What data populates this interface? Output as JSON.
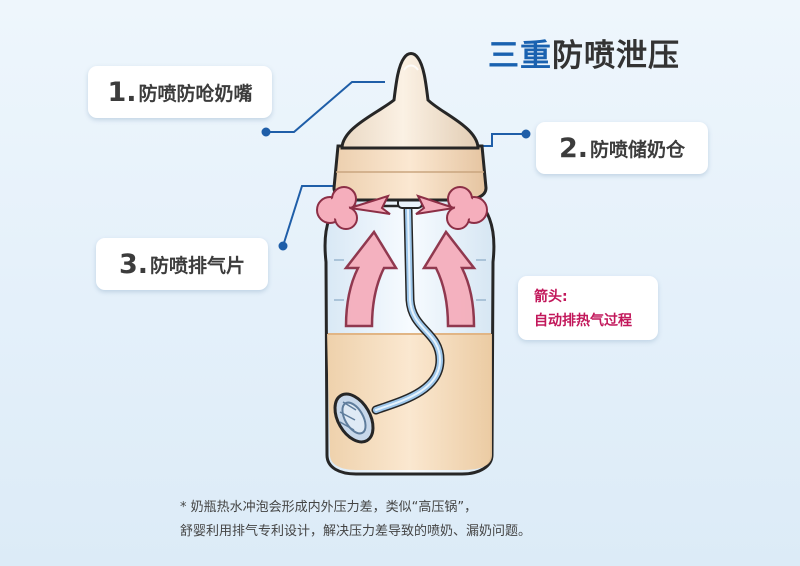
{
  "title": {
    "accent": "三重",
    "rest": "防喷泄压"
  },
  "labels": [
    {
      "num": "1.",
      "text": "防喷防呛奶嘴"
    },
    {
      "num": "2.",
      "text": "防喷储奶仓"
    },
    {
      "num": "3.",
      "text": "防喷排气片"
    }
  ],
  "arrow_note": {
    "line1": "箭头:",
    "line2": "自动排热气过程"
  },
  "footnote": {
    "line1": "* 奶瓶热水冲泡会形成内外压力差，类似“高压锅”，",
    "line2": "舒婴利用排气专利设计，解决压力差导致的喷奶、漏奶问题。"
  },
  "colors": {
    "background": "#e6f1fa",
    "title_accent": "#1a62b0",
    "title": "#333333",
    "arrow_fill": "#f5aebc",
    "note_text": "#c2185b",
    "leader_line": "#1f5ea8",
    "milk": "#f6dcb8",
    "bottle_outline": "#262626"
  }
}
